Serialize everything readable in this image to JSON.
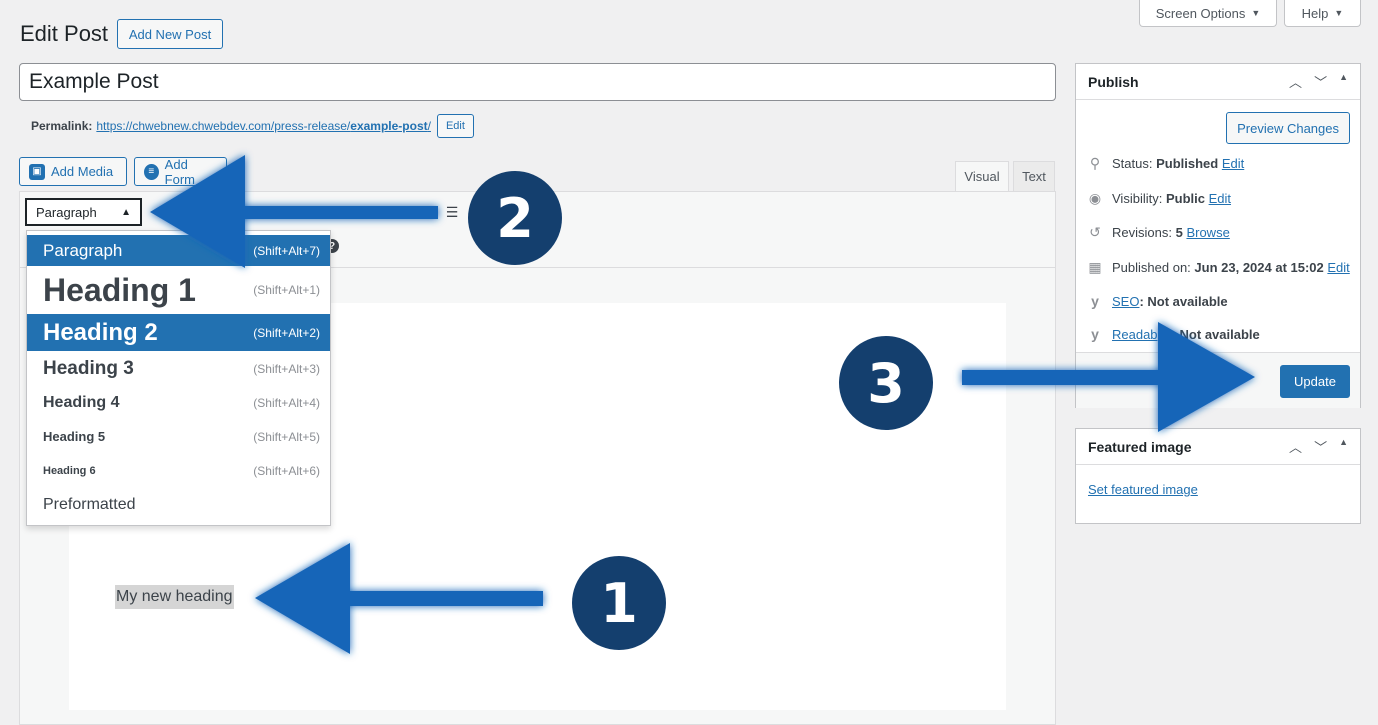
{
  "screen_meta": {
    "screen_options": "Screen Options",
    "help": "Help",
    "caret": "▼"
  },
  "header": {
    "title": "Edit Post",
    "add_new": "Add New Post"
  },
  "post": {
    "title": "Example Post"
  },
  "permalink": {
    "label": "Permalink:",
    "base": "https://chwebnew.chwebdev.com/press-release/",
    "slug": "example-post",
    "trail": "/",
    "edit": "Edit"
  },
  "media": {
    "add_media": "Add Media",
    "add_form": "Add Form"
  },
  "tabs": {
    "visual": "Visual",
    "text": "Text"
  },
  "format": {
    "selected": "Paragraph",
    "caret": "▲",
    "options": [
      {
        "label": "Paragraph",
        "shortcut": "(Shift+Alt+7)"
      },
      {
        "label": "Heading 1",
        "shortcut": "(Shift+Alt+1)"
      },
      {
        "label": "Heading 2",
        "shortcut": "(Shift+Alt+2)"
      },
      {
        "label": "Heading 3",
        "shortcut": "(Shift+Alt+3)"
      },
      {
        "label": "Heading 4",
        "shortcut": "(Shift+Alt+4)"
      },
      {
        "label": "Heading 5",
        "shortcut": "(Shift+Alt+5)"
      },
      {
        "label": "Heading 6",
        "shortcut": "(Shift+Alt+6)"
      },
      {
        "label": "Preformatted",
        "shortcut": ""
      }
    ]
  },
  "content": {
    "selected_text": "My new heading"
  },
  "publish": {
    "title": "Publish",
    "preview": "Preview Changes",
    "status_label": "Status:",
    "status_value": "Published",
    "status_edit": "Edit",
    "visibility_label": "Visibility:",
    "visibility_value": "Public",
    "visibility_edit": "Edit",
    "revisions_label": "Revisions:",
    "revisions_value": "5",
    "revisions_browse": "Browse",
    "published_label": "Published on:",
    "published_value": "Jun 23, 2024 at 15:02",
    "published_edit": "Edit",
    "seo_link": "SEO",
    "seo_value": ": Not available",
    "read_link": "Readab",
    "read_value": "Not available",
    "update": "Update"
  },
  "featured": {
    "title": "Featured image",
    "set": "Set featured image"
  },
  "callouts": {
    "one": "1",
    "two": "2",
    "three": "3"
  },
  "colors": {
    "wp_blue": "#2271b1",
    "callout_bg": "#143f6e",
    "arrow": "#1565b8"
  }
}
